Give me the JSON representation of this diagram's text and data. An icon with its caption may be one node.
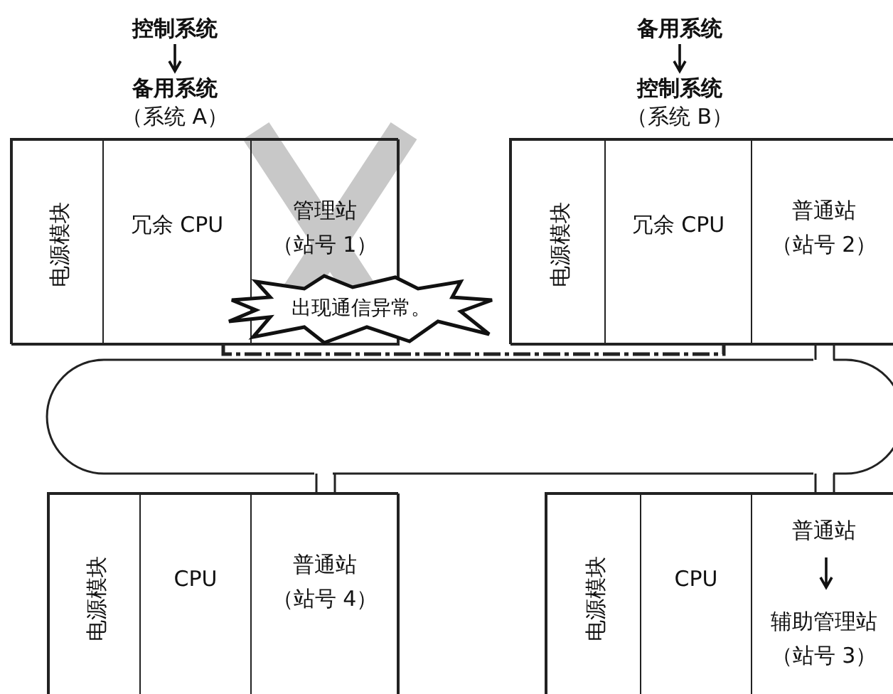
{
  "diagram": {
    "nodes": [
      {
        "text": [
          "控制系统",
          "备用系统",
          "（系统 A）"
        ]
      },
      {
        "text": [
          "电源模块"
        ],
        "in": 0
      },
      {
        "text": [
          "冗余 CPU"
        ],
        "in": 0
      },
      {
        "text": [
          "管理站",
          "（站号 1）"
        ],
        "in": 0
      },
      {
        "text": [
          "备用系统",
          "控制系统",
          "（系统 B）"
        ]
      },
      {
        "text": [
          "电源模块"
        ],
        "in": 4
      },
      {
        "text": [
          "冗余 CPU"
        ],
        "in": 4
      },
      {
        "text": [
          "普通站",
          "（站号 2）"
        ],
        "in": 4
      },
      {
        "text": [],
        "shape": "ring"
      },
      {
        "text": [],
        "shape": "box"
      },
      {
        "text": [
          "电源模块"
        ],
        "in": 9
      },
      {
        "text": [
          "CPU"
        ],
        "in": 9
      },
      {
        "text": [
          "普通站",
          "（站号 4）"
        ],
        "in": 9
      },
      {
        "text": [],
        "shape": "box"
      },
      {
        "text": [
          "电源模块"
        ],
        "in": 13
      },
      {
        "text": [
          "CPU"
        ],
        "in": 13
      },
      {
        "text": [
          "普通站",
          "辅助管理站",
          "（站号 3）"
        ],
        "in": 13
      },
      {
        "text": [
          "出现通信异常。"
        ]
      }
    ],
    "edges": [
      {
        "from": 8,
        "to": 7,
        "arrow": "none"
      },
      {
        "from": 8,
        "to": 12,
        "arrow": "none"
      },
      {
        "from": 8,
        "to": 16,
        "arrow": "none"
      },
      {
        "from": 2,
        "to": 6,
        "arrow": "none",
        "style": "dashed"
      }
    ]
  }
}
